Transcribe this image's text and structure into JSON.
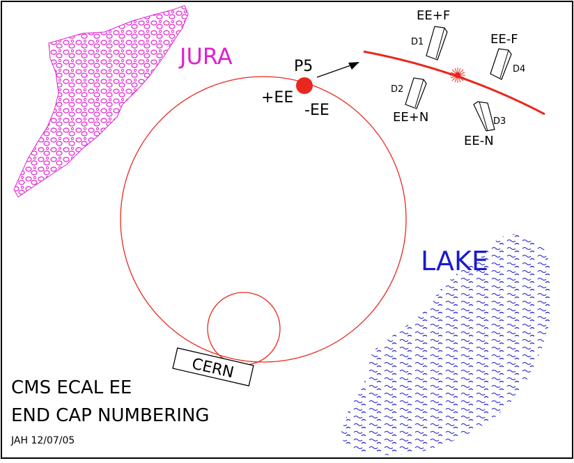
{
  "labels": {
    "jura": "JURA",
    "lake": "LAKE",
    "p5": "P5",
    "plus_ee": "+EE",
    "minus_ee": "-EE",
    "cern": "CERN",
    "title_line1": "CMS ECAL EE",
    "title_line2": "END CAP NUMBERING",
    "author": "JAH 12/07/05"
  },
  "endcaps": [
    {
      "name": "EE+F",
      "disk": "D1"
    },
    {
      "name": "EE-F",
      "disk": "D4"
    },
    {
      "name": "EE+N",
      "disk": "D2"
    },
    {
      "name": "EE-N",
      "disk": "D3"
    }
  ],
  "colors": {
    "ring": "#e8281e",
    "beamline": "#e8281e",
    "jura": "#e020d0",
    "lake": "#1a1acc",
    "p5_dot": "#e8281e",
    "frame": "#000000"
  },
  "icons": {
    "interaction_point": "starburst-icon",
    "direction": "arrow-icon"
  }
}
